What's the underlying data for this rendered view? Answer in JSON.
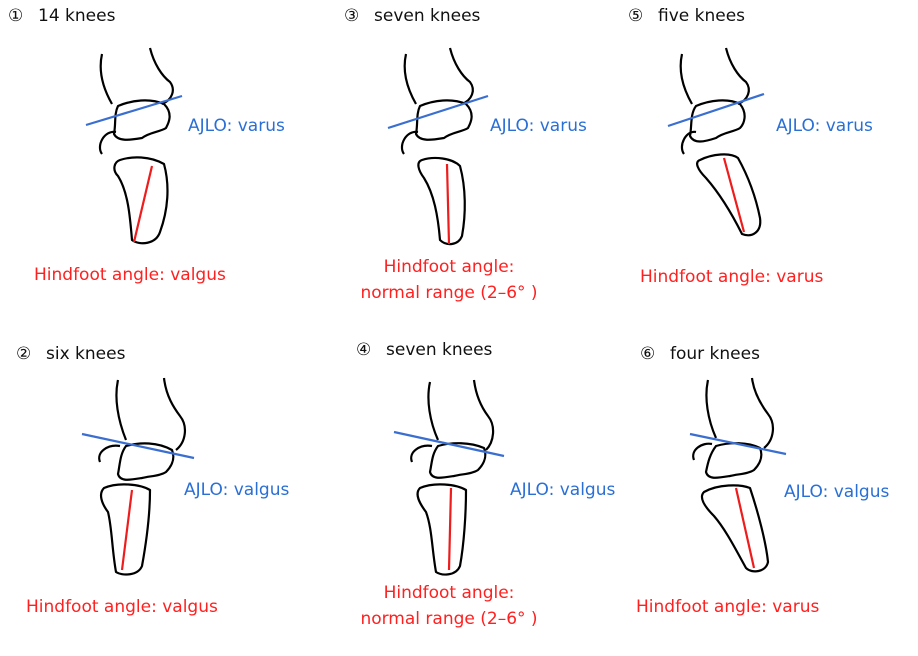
{
  "panels": [
    {
      "number": "①",
      "label": "14 knees",
      "ajlo": "AJLO: varus",
      "hindfoot": [
        "Hindfoot angle: valgus"
      ]
    },
    {
      "number": "③",
      "label": "seven knees",
      "ajlo": "AJLO: varus",
      "hindfoot": [
        "Hindfoot angle:",
        "normal range (2–6° )"
      ]
    },
    {
      "number": "⑤",
      "label": "five knees",
      "ajlo": "AJLO: varus",
      "hindfoot": [
        "Hindfoot angle: varus"
      ]
    },
    {
      "number": "②",
      "label": "six knees",
      "ajlo": "AJLO: valgus",
      "hindfoot": [
        "Hindfoot angle: valgus"
      ]
    },
    {
      "number": "④",
      "label": "seven knees",
      "ajlo": "AJLO: valgus",
      "hindfoot": [
        "Hindfoot angle:",
        "normal range (2–6° )"
      ]
    },
    {
      "number": "⑥",
      "label": "four knees",
      "ajlo": "AJLO: valgus",
      "hindfoot": [
        "Hindfoot angle: varus"
      ]
    }
  ],
  "colors": {
    "ajlo_line": "#3a6fd0",
    "axis_line": "#ee1c1c",
    "outline": "#000000"
  }
}
